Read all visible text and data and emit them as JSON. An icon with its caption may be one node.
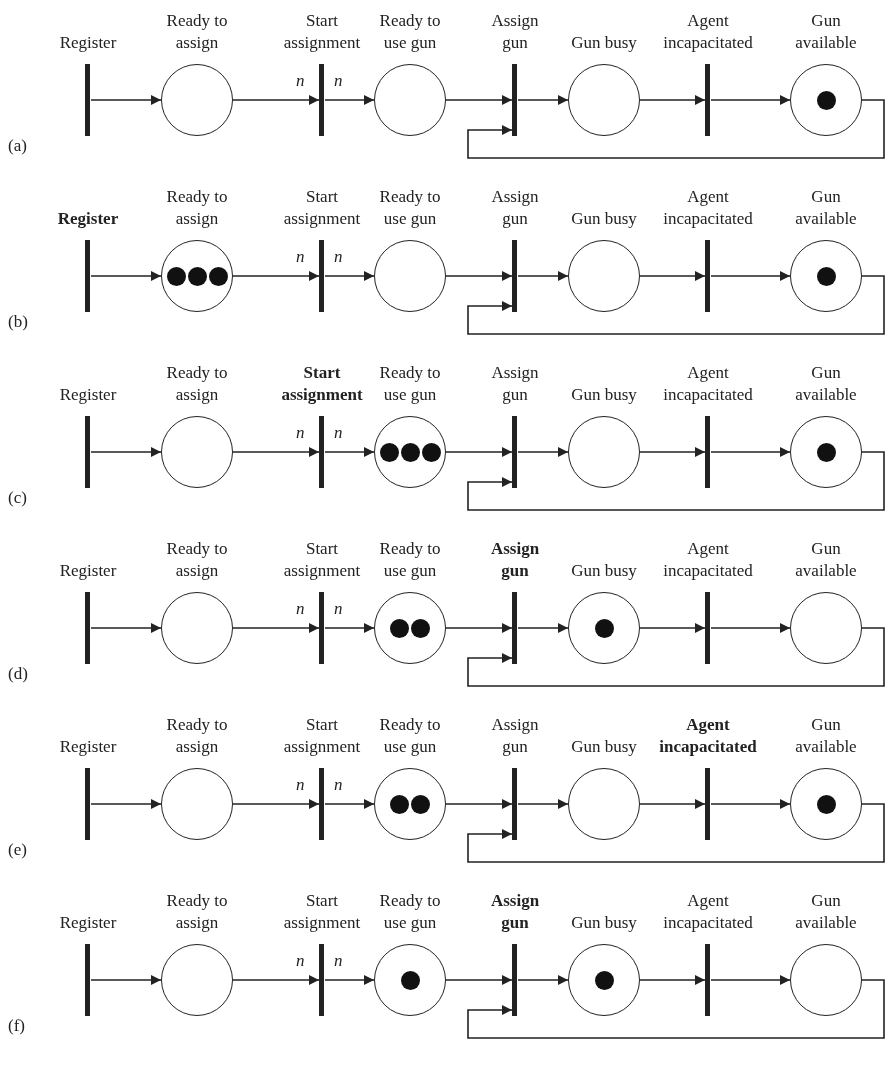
{
  "diagram": {
    "nodes": [
      {
        "text": [
          "Register"
        ]
      },
      {
        "text": [
          "Ready to assign"
        ]
      },
      {
        "text": [
          "Start assignment"
        ]
      },
      {
        "text": [
          "Ready to use gun"
        ]
      },
      {
        "text": [
          "Assign gun"
        ]
      },
      {
        "text": [
          "Gun busy"
        ]
      },
      {
        "text": [
          "Agent incapacitated"
        ]
      },
      {
        "text": [
          "Gun available"
        ]
      },
      {
        "text": [],
        "shape": "circle",
        "in": 7
      },
      {
        "text": [
          "**Register**"
        ]
      },
      {
        "text": [
          "Ready to assign"
        ]
      },
      {
        "text": [],
        "shape": "circle",
        "in": 10
      },
      {
        "text": [],
        "shape": "circle",
        "in": 10
      },
      {
        "text": [],
        "shape": "circle",
        "in": 10
      },
      {
        "text": [
          "Start assignment"
        ]
      },
      {
        "text": [
          "Ready to use gun"
        ]
      },
      {
        "text": [
          "Assign gun"
        ]
      },
      {
        "text": [
          "Gun busy"
        ]
      },
      {
        "text": [
          "Agent incapacitated"
        ]
      },
      {
        "text": [
          "Gun available"
        ]
      },
      {
        "text": [],
        "shape": "circle",
        "in": 19
      },
      {
        "text": [
          "Register"
        ]
      },
      {
        "text": [
          "Ready to assign"
        ]
      },
      {
        "text": [
          "**Start assignment**"
        ]
      },
      {
        "text": [
          "Ready to use gun"
        ]
      },
      {
        "text": [],
        "shape": "circle",
        "in": 24
      },
      {
        "text": [],
        "shape": "circle",
        "in": 24
      },
      {
        "text": [],
        "shape": "circle",
        "in": 24
      },
      {
        "text": [
          "Assign gun"
        ]
      },
      {
        "text": [
          "Gun busy"
        ]
      },
      {
        "text": [
          "Agent incapacitated"
        ]
      },
      {
        "text": [
          "Gun available"
        ]
      },
      {
        "text": [],
        "shape": "circle",
        "in": 31
      },
      {
        "text": [
          "Register"
        ]
      },
      {
        "text": [
          "Ready to assign"
        ]
      },
      {
        "text": [
          "Start assignment"
        ]
      },
      {
        "text": [
          "Ready to use gun"
        ]
      },
      {
        "text": [],
        "shape": "circle",
        "in": 36
      },
      {
        "text": [],
        "shape": "circle",
        "in": 36
      },
      {
        "text": [
          "**Assign gun**"
        ]
      },
      {
        "text": [
          "Gun busy"
        ]
      },
      {
        "text": [],
        "shape": "circle",
        "in": 40
      },
      {
        "text": [
          "Agent incapacitated"
        ]
      },
      {
        "text": [
          "Gun available"
        ]
      },
      {
        "text": [
          "Register"
        ]
      },
      {
        "text": [
          "Ready to assign"
        ]
      },
      {
        "text": [
          "Start assignment"
        ]
      },
      {
        "text": [
          "Ready to use gun"
        ]
      },
      {
        "text": [],
        "shape": "circle",
        "in": 47
      },
      {
        "text": [],
        "shape": "circle",
        "in": 47
      },
      {
        "text": [
          "Assign gun"
        ]
      },
      {
        "text": [
          "Gun busy"
        ]
      },
      {
        "text": [
          "**Agent incapacitated**"
        ]
      },
      {
        "text": [
          "Gun available"
        ]
      },
      {
        "text": [],
        "shape": "circle",
        "in": 53
      },
      {
        "text": [
          "Register"
        ]
      },
      {
        "text": [
          "Ready to assign"
        ]
      },
      {
        "text": [
          "Start assignment"
        ]
      },
      {
        "text": [
          "Ready to use gun"
        ]
      },
      {
        "text": [],
        "shape": "circle",
        "in": 58
      },
      {
        "text": [
          "**Assign gun**"
        ]
      },
      {
        "text": [
          "Gun busy"
        ]
      },
      {
        "text": [],
        "shape": "circle",
        "in": 61
      },
      {
        "text": [
          "Agent incapacitated"
        ]
      },
      {
        "text": [
          "Gun available"
        ]
      }
    ],
    "edges": [
      {
        "from": 0,
        "to": 1,
        "arrow": "to"
      },
      {
        "from": 1,
        "to": 2,
        "arrow": "to",
        "label": "n"
      },
      {
        "from": 2,
        "to": 3,
        "arrow": "to",
        "label": "n"
      },
      {
        "from": 3,
        "to": 4,
        "arrow": "to"
      },
      {
        "from": 4,
        "to": 5,
        "arrow": "to"
      },
      {
        "from": 5,
        "to": 6,
        "arrow": "to"
      },
      {
        "from": 6,
        "to": 7,
        "arrow": "to"
      },
      {
        "from": 7,
        "to": 4,
        "arrow": "to"
      },
      {
        "from": 9,
        "to": 10,
        "arrow": "to"
      },
      {
        "from": 10,
        "to": 14,
        "arrow": "to",
        "label": "n"
      },
      {
        "from": 14,
        "to": 15,
        "arrow": "to",
        "label": "n"
      },
      {
        "from": 15,
        "to": 16,
        "arrow": "to"
      },
      {
        "from": 16,
        "to": 17,
        "arrow": "to"
      },
      {
        "from": 17,
        "to": 18,
        "arrow": "to"
      },
      {
        "from": 18,
        "to": 19,
        "arrow": "to"
      },
      {
        "from": 19,
        "to": 16,
        "arrow": "to"
      },
      {
        "from": 21,
        "to": 22,
        "arrow": "to"
      },
      {
        "from": 22,
        "to": 23,
        "arrow": "to",
        "label": "n"
      },
      {
        "from": 23,
        "to": 24,
        "arrow": "to",
        "label": "n"
      },
      {
        "from": 24,
        "to": 28,
        "arrow": "to"
      },
      {
        "from": 28,
        "to": 29,
        "arrow": "to"
      },
      {
        "from": 29,
        "to": 30,
        "arrow": "to"
      },
      {
        "from": 30,
        "to": 31,
        "arrow": "to"
      },
      {
        "from": 31,
        "to": 28,
        "arrow": "to"
      },
      {
        "from": 33,
        "to": 34,
        "arrow": "to"
      },
      {
        "from": 34,
        "to": 35,
        "arrow": "to",
        "label": "n"
      },
      {
        "from": 35,
        "to": 36,
        "arrow": "to",
        "label": "n"
      },
      {
        "from": 36,
        "to": 39,
        "arrow": "to"
      },
      {
        "from": 39,
        "to": 40,
        "arrow": "to"
      },
      {
        "from": 40,
        "to": 42,
        "arrow": "to"
      },
      {
        "from": 42,
        "to": 43,
        "arrow": "to"
      },
      {
        "from": 43,
        "to": 39,
        "arrow": "to"
      },
      {
        "from": 44,
        "to": 45,
        "arrow": "to"
      },
      {
        "from": 45,
        "to": 46,
        "arrow": "to",
        "label": "n"
      },
      {
        "from": 46,
        "to": 47,
        "arrow": "to",
        "label": "n"
      },
      {
        "from": 47,
        "to": 50,
        "arrow": "to"
      },
      {
        "from": 50,
        "to": 51,
        "arrow": "to"
      },
      {
        "from": 51,
        "to": 52,
        "arrow": "to"
      },
      {
        "from": 52,
        "to": 53,
        "arrow": "to"
      },
      {
        "from": 53,
        "to": 50,
        "arrow": "to"
      },
      {
        "from": 55,
        "to": 56,
        "arrow": "to"
      },
      {
        "from": 56,
        "to": 57,
        "arrow": "to",
        "label": "n"
      },
      {
        "from": 57,
        "to": 58,
        "arrow": "to",
        "label": "n"
      },
      {
        "from": 58,
        "to": 60,
        "arrow": "to"
      },
      {
        "from": 60,
        "to": 61,
        "arrow": "to"
      },
      {
        "from": 61,
        "to": 63,
        "arrow": "to"
      },
      {
        "from": 63,
        "to": 64,
        "arrow": "to"
      },
      {
        "from": 64,
        "to": 60,
        "arrow": "to"
      }
    ],
    "labels": [
      "(a)",
      "(b)",
      "(c)",
      "(d)",
      "(e)",
      "(f)"
    ]
  }
}
